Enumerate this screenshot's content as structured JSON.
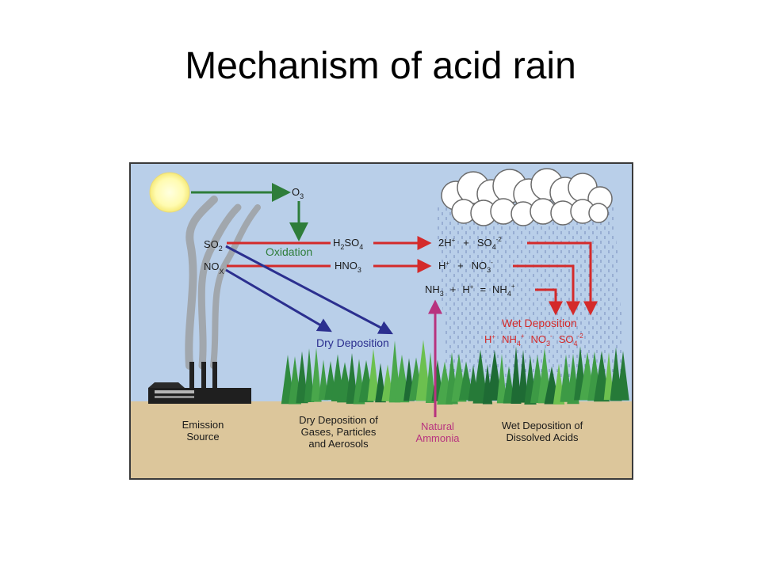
{
  "slide": {
    "title": "Mechanism of acid rain"
  },
  "diagram": {
    "ozone": "O",
    "ozone_sub": "3",
    "oxidation": "Oxidation",
    "so2": "SO",
    "so2_sub": "2",
    "nox": "NO",
    "nox_sub": "X",
    "h2so4_a": "H",
    "h2so4_sub": "2",
    "h2so4_b": "SO",
    "h2so4_sub2": "4",
    "hno3_a": "HNO",
    "hno3_sub": "3",
    "eq1_a": "2H",
    "eq1_sup": "+",
    "eq1_plus": "+",
    "eq1_b": "SO",
    "eq1_sub": "4",
    "eq1_sup2": "-2",
    "eq2_a": "H",
    "eq2_sup": "+",
    "eq2_plus": "+",
    "eq2_b": "NO",
    "eq2_sub": "3",
    "eq2_sup2": "-",
    "eq3_a": "NH",
    "eq3_sub": "3",
    "eq3_plus": "+",
    "eq3_b": "H",
    "eq3_sup": "+",
    "eq3_eq": "=",
    "eq3_c": "NH",
    "eq3_sub2": "4",
    "eq3_sup2": "+",
    "dry_deposition": "Dry Deposition",
    "wet_deposition": "Wet Deposition",
    "wet_ions": {
      "h": "H",
      "h_sup": "+",
      "nh4": "NH",
      "nh4_sub": "4",
      "nh4_sup": "+",
      "no3": "NO",
      "no3_sub": "3",
      "no3_sup": "-",
      "so4": "SO",
      "so4_sub": "4",
      "so4_sup": "-2"
    },
    "ground": {
      "emission_1": "Emission",
      "emission_2": "Source",
      "dry_1": "Dry Deposition of",
      "dry_2": "Gases, Particles",
      "dry_3": "and Aerosols",
      "natural_1": "Natural",
      "natural_2": "Ammonia",
      "wet_1": "Wet Deposition of",
      "wet_2": "Dissolved Acids"
    },
    "colors": {
      "sky": "#b9cfe9",
      "ground": "#dcc69b",
      "green_arrow": "#2e7d3a",
      "red_arrow": "#d42a2a",
      "blue_arrow": "#2b2f8f",
      "ammonia": "#b8337f",
      "sun": "#fffbb0"
    }
  }
}
